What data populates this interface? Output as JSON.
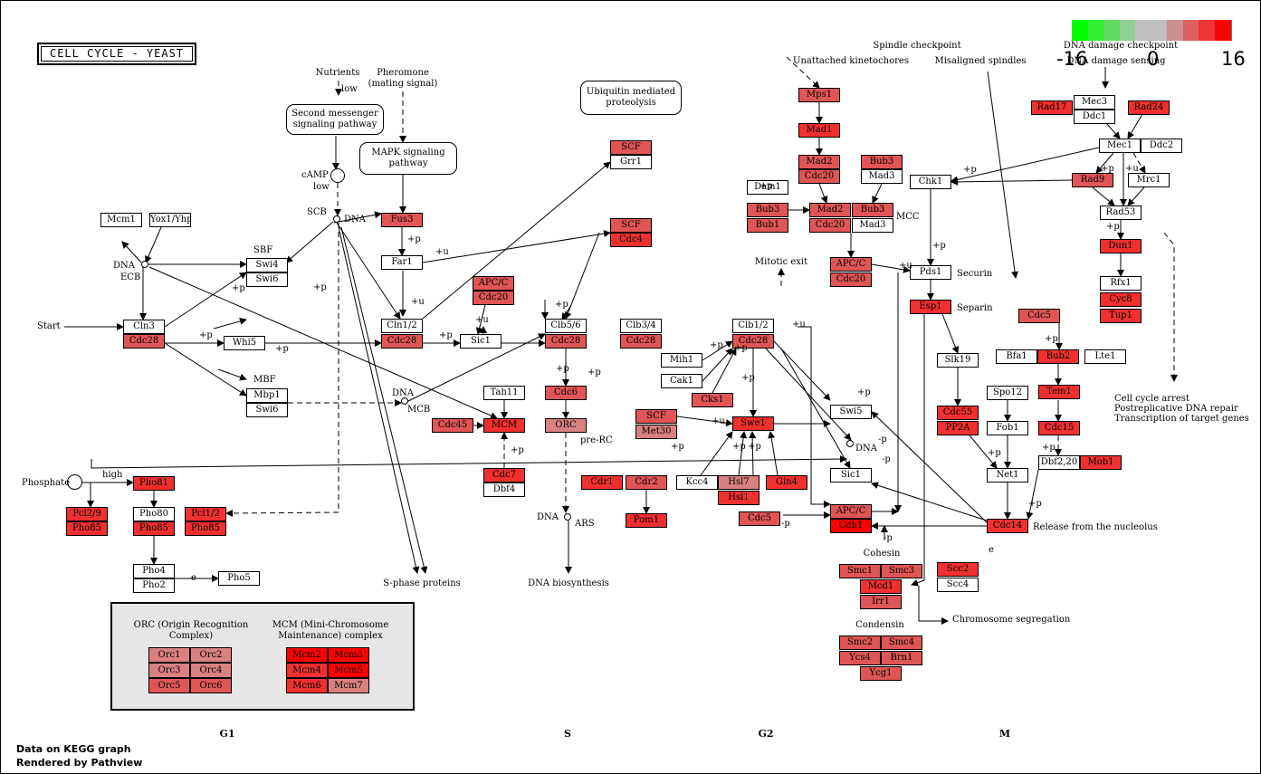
{
  "title": "CELL CYCLE - YEAST",
  "scale": {
    "min": "-16",
    "mid": "0",
    "max": "16",
    "colors": [
      "#00ff00",
      "#33ee33",
      "#5fdc5f",
      "#8fcf8f",
      "#bebebe",
      "#bebebe",
      "#cf8f8f",
      "#dc5f5f",
      "#ee3333",
      "#ff0000"
    ]
  },
  "colors": {
    "hi": "#f03030",
    "red": "#ff0000",
    "mid": "#e05555",
    "low": "#d98080",
    "none": "#ffffff"
  },
  "labels": {
    "nutrients": "Nutrients",
    "low1": "low",
    "pheromone": "Pheromone\n(mating signal)",
    "camp": "cAMP",
    "low2": "low",
    "scb": "SCB",
    "dna1": "DNA",
    "dna_ecb": "DNA",
    "ecb": "ECB",
    "start": "Start",
    "sbf": "SBF",
    "mbf": "MBF",
    "dna_mcb": "DNA",
    "mcb": "MCB",
    "phosphate": "Phosphate",
    "high": "high",
    "prerc": "pre-RC",
    "dna_ars": "DNA",
    "ars": "ARS",
    "dna_bio": "DNA biosynthesis",
    "sphase": "S-phase proteins",
    "mitotic_exit": "Mitotic exit",
    "spindle_ck": "Spindle checkpoint",
    "unattached": "Unattached kinetochores",
    "misaligned": "Misaligned spindles",
    "dna_damage_ck": "DNA damage checkpoint",
    "dna_damage_sens": "DNA damage sensing",
    "mcc": "MCC",
    "securin": "Securin",
    "separin": "Separin",
    "dna_swi": "DNA",
    "cohesin": "Cohesin",
    "condensin": "Condensin",
    "chrom_seg": "Chromosome segregation",
    "release": "Release from the nucleolus",
    "e1": "e",
    "e2": "e",
    "arrest": "Cell cycle arrest\nPostreplicative DNA repair\nTranscription of target genes",
    "orc_title": "ORC (Origin Recognition\nComplex)",
    "mcm_title": "MCM (Mini-Chromosome\nMaintenance) complex"
  },
  "pathways": {
    "second_messenger": "Second messenger\nsignaling pathway",
    "mapk": "MAPK signaling\npathway",
    "ubiquitin": "Ubiquitin mediated\nproteolysis"
  },
  "phases": [
    "G1",
    "S",
    "G2",
    "M"
  ],
  "footer": [
    "Data on KEGG graph",
    "Rendered by Pathview"
  ],
  "edge_marks": [
    "+p",
    "+p",
    "+p",
    "+u",
    "+u",
    "+p",
    "+p",
    "+p",
    "+u",
    "+p",
    "+p",
    "+p",
    "+u",
    "+p",
    "+p",
    "+p",
    "+p",
    "+p",
    "+p",
    "+u",
    "+p",
    "+p",
    "+p",
    "+u",
    "+p",
    "+p",
    "+p",
    "+p",
    "-p",
    "-p",
    "-p",
    "-p",
    "+p",
    "+p",
    "+p",
    "+p",
    "+u"
  ],
  "genes": [
    {
      "label": "Mcm1",
      "c": "none"
    },
    {
      "label": "Yox1/Yhp1",
      "c": "none"
    },
    {
      "label": "Cln3",
      "c": "none"
    },
    {
      "label": "Cdc28",
      "c": "mid"
    },
    {
      "label": "Whi5",
      "c": "none"
    },
    {
      "label": "Swi4",
      "c": "none"
    },
    {
      "label": "Swi6",
      "c": "none"
    },
    {
      "label": "Mbp1",
      "c": "none"
    },
    {
      "label": "Swi6",
      "c": "none"
    },
    {
      "label": "Pho81",
      "c": "hi"
    },
    {
      "label": "Pcl2/9",
      "c": "hi"
    },
    {
      "label": "Pho85",
      "c": "hi"
    },
    {
      "label": "Pho80",
      "c": "none"
    },
    {
      "label": "Pho85",
      "c": "hi"
    },
    {
      "label": "Pcl1/2",
      "c": "hi"
    },
    {
      "label": "Pho85",
      "c": "hi"
    },
    {
      "label": "Pho4",
      "c": "none"
    },
    {
      "label": "Pho2",
      "c": "none"
    },
    {
      "label": "Pho5",
      "c": "none"
    },
    {
      "label": "Fus3",
      "c": "mid"
    },
    {
      "label": "Far1",
      "c": "none"
    },
    {
      "label": "SCF",
      "c": "mid"
    },
    {
      "label": "Grr1",
      "c": "none"
    },
    {
      "label": "SCF",
      "c": "mid"
    },
    {
      "label": "Cdc4",
      "c": "hi"
    },
    {
      "label": "Cln1/2",
      "c": "none"
    },
    {
      "label": "Cdc28",
      "c": "mid"
    },
    {
      "label": "APC/C",
      "c": "mid"
    },
    {
      "label": "Cdc20",
      "c": "mid"
    },
    {
      "label": "Sic1",
      "c": "none"
    },
    {
      "label": "Clb5/6",
      "c": "none"
    },
    {
      "label": "Cdc28",
      "c": "mid"
    },
    {
      "label": "Clb3/4",
      "c": "none"
    },
    {
      "label": "Cdc28",
      "c": "mid"
    },
    {
      "label": "Tah11",
      "c": "none"
    },
    {
      "label": "Cdc6",
      "c": "mid"
    },
    {
      "label": "Cdc45",
      "c": "mid"
    },
    {
      "label": "MCM",
      "c": "hi"
    },
    {
      "label": "ORC",
      "c": "low"
    },
    {
      "label": "Cdc7",
      "c": "hi"
    },
    {
      "label": "Dbf4",
      "c": "none"
    },
    {
      "label": "Cdr1",
      "c": "hi"
    },
    {
      "label": "Cdr2",
      "c": "mid"
    },
    {
      "label": "Pom1",
      "c": "hi"
    },
    {
      "label": "Mih1",
      "c": "none"
    },
    {
      "label": "Cak1",
      "c": "none"
    },
    {
      "label": "Clb1/2",
      "c": "none"
    },
    {
      "label": "Cdc28",
      "c": "mid"
    },
    {
      "label": "Cks1",
      "c": "mid"
    },
    {
      "label": "SCF",
      "c": "mid"
    },
    {
      "label": "Met30",
      "c": "low"
    },
    {
      "label": "Swe1",
      "c": "hi"
    },
    {
      "label": "Kcc4",
      "c": "none"
    },
    {
      "label": "Hsl7",
      "c": "low"
    },
    {
      "label": "Hsl1",
      "c": "hi"
    },
    {
      "label": "Gin4",
      "c": "hi"
    },
    {
      "label": "Cdc5",
      "c": "mid"
    },
    {
      "label": "Mps1",
      "c": "mid"
    },
    {
      "label": "Mad1",
      "c": "hi"
    },
    {
      "label": "Mad2",
      "c": "mid"
    },
    {
      "label": "Cdc20",
      "c": "mid"
    },
    {
      "label": "Bub3",
      "c": "mid"
    },
    {
      "label": "Mad3",
      "c": "none"
    },
    {
      "label": "Dam1",
      "c": "none"
    },
    {
      "label": "Bub3",
      "c": "mid"
    },
    {
      "label": "Bub1",
      "c": "mid"
    },
    {
      "label": "Mad2",
      "c": "mid"
    },
    {
      "label": "Bub3",
      "c": "mid"
    },
    {
      "label": "Cdc20",
      "c": "mid"
    },
    {
      "label": "Mad3",
      "c": "none"
    },
    {
      "label": "APC/C",
      "c": "mid"
    },
    {
      "label": "Cdc20",
      "c": "mid"
    },
    {
      "label": "Chk1",
      "c": "none"
    },
    {
      "label": "Pds1",
      "c": "none"
    },
    {
      "label": "Esp1",
      "c": "hi"
    },
    {
      "label": "Slk19",
      "c": "none"
    },
    {
      "label": "Cdc55",
      "c": "hi"
    },
    {
      "label": "PP2A",
      "c": "hi"
    },
    {
      "label": "Swi5",
      "c": "none"
    },
    {
      "label": "Sic1",
      "c": "none"
    },
    {
      "label": "APC/C",
      "c": "mid"
    },
    {
      "label": "Cdh1",
      "c": "red"
    },
    {
      "label": "Spo12",
      "c": "none"
    },
    {
      "label": "Fob1",
      "c": "none"
    },
    {
      "label": "Net1",
      "c": "none"
    },
    {
      "label": "Cdc14",
      "c": "hi"
    },
    {
      "label": "Smc1",
      "c": "mid"
    },
    {
      "label": "Smc3",
      "c": "mid"
    },
    {
      "label": "Mcd1",
      "c": "hi"
    },
    {
      "label": "Irr1",
      "c": "mid"
    },
    {
      "label": "Scc2",
      "c": "hi"
    },
    {
      "label": "Scc4",
      "c": "none"
    },
    {
      "label": "Smc2",
      "c": "mid"
    },
    {
      "label": "Smc4",
      "c": "mid"
    },
    {
      "label": "Ycs4",
      "c": "mid"
    },
    {
      "label": "Brn1",
      "c": "mid"
    },
    {
      "label": "Ycg1",
      "c": "mid"
    },
    {
      "label": "Mec3",
      "c": "none"
    },
    {
      "label": "Ddc1",
      "c": "none"
    },
    {
      "label": "Rad17",
      "c": "hi"
    },
    {
      "label": "Rad24",
      "c": "hi"
    },
    {
      "label": "Mec1",
      "c": "none"
    },
    {
      "label": "Ddc2",
      "c": "none"
    },
    {
      "label": "Rad9",
      "c": "mid"
    },
    {
      "label": "Mrc1",
      "c": "none"
    },
    {
      "label": "Rad53",
      "c": "none"
    },
    {
      "label": "Dun1",
      "c": "hi"
    },
    {
      "label": "Rfx1",
      "c": "none"
    },
    {
      "label": "Cyc8",
      "c": "hi"
    },
    {
      "label": "Tup1",
      "c": "hi"
    },
    {
      "label": "Cdc5",
      "c": "mid"
    },
    {
      "label": "Bfa1",
      "c": "none"
    },
    {
      "label": "Bub2",
      "c": "hi"
    },
    {
      "label": "Lte1",
      "c": "none"
    },
    {
      "label": "Tem1",
      "c": "hi"
    },
    {
      "label": "Cdc15",
      "c": "hi"
    },
    {
      "label": "Dbf2,20",
      "c": "none"
    },
    {
      "label": "Mob1",
      "c": "hi"
    },
    {
      "label": "Orc1",
      "c": "low"
    },
    {
      "label": "Orc2",
      "c": "low"
    },
    {
      "label": "Orc3",
      "c": "low"
    },
    {
      "label": "Orc4",
      "c": "low"
    },
    {
      "label": "Orc5",
      "c": "mid"
    },
    {
      "label": "Orc6",
      "c": "mid"
    },
    {
      "label": "Mcm2",
      "c": "red"
    },
    {
      "label": "Mcm3",
      "c": "red"
    },
    {
      "label": "Mcm4",
      "c": "hi"
    },
    {
      "label": "Mcm5",
      "c": "red"
    },
    {
      "label": "Mcm6",
      "c": "hi"
    },
    {
      "label": "Mcm7",
      "c": "low"
    }
  ]
}
